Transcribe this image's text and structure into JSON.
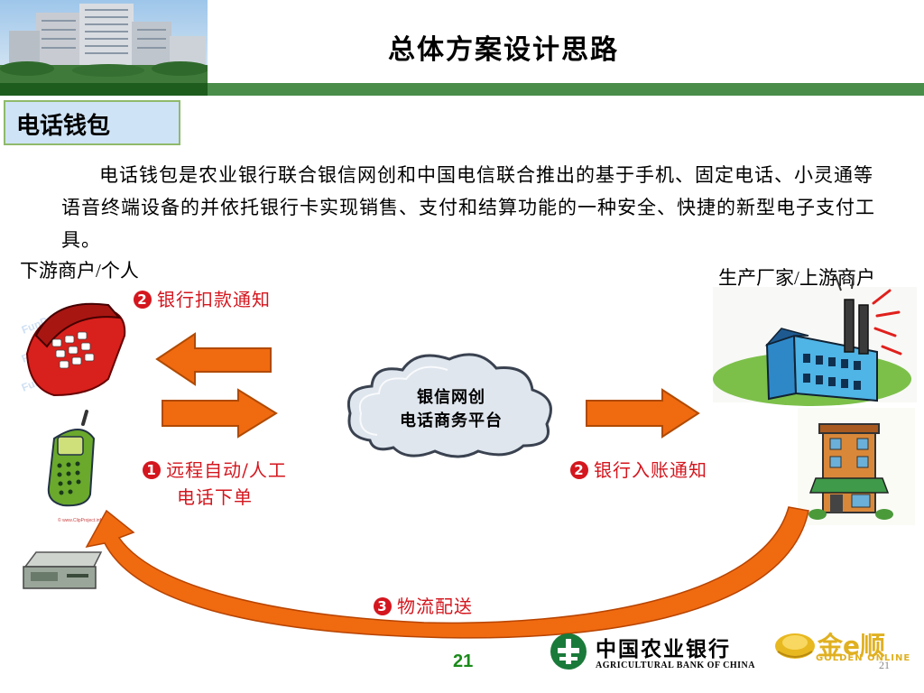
{
  "slide": {
    "title": "总体方案设计思路",
    "section": "电话钱包",
    "intro": "电话钱包是农业银行联合银信网创和中国电信联合推出的基于手机、固定电话、小灵通等语音终端设备的并依托银行卡实现销售、支付和结算功能的一种安全、快捷的新型电子支付工具。",
    "page_number": "21",
    "page_number_small": "21"
  },
  "diagram": {
    "downstream_label": "下游商户/个人",
    "upstream_label": "生产厂家/上游商户",
    "platform_line1": "银信网创",
    "platform_line2": "电话商务平台",
    "flows": [
      {
        "num": "2",
        "text": "银行扣款通知"
      },
      {
        "num": "1",
        "text_line1": "远程自动/人工",
        "text_line2": "电话下单"
      },
      {
        "num": "2",
        "text": "银行入账通知"
      },
      {
        "num": "3",
        "text": "物流配送"
      }
    ],
    "watermark": "FunDraw.com",
    "clip_credit": "© www.ClipProject.info"
  },
  "footer": {
    "bank_cn": "中国农业银行",
    "bank_en": "AGRICULTURAL BANK OF CHINA",
    "partner_cn": "金e顺",
    "partner_en": "GOLDEN ONLINE"
  },
  "colors": {
    "accent_red": "#d4161e",
    "arrow_orange": "#f06a10",
    "header_green": "#4a8c4a",
    "section_bg": "#cfe3f6"
  }
}
